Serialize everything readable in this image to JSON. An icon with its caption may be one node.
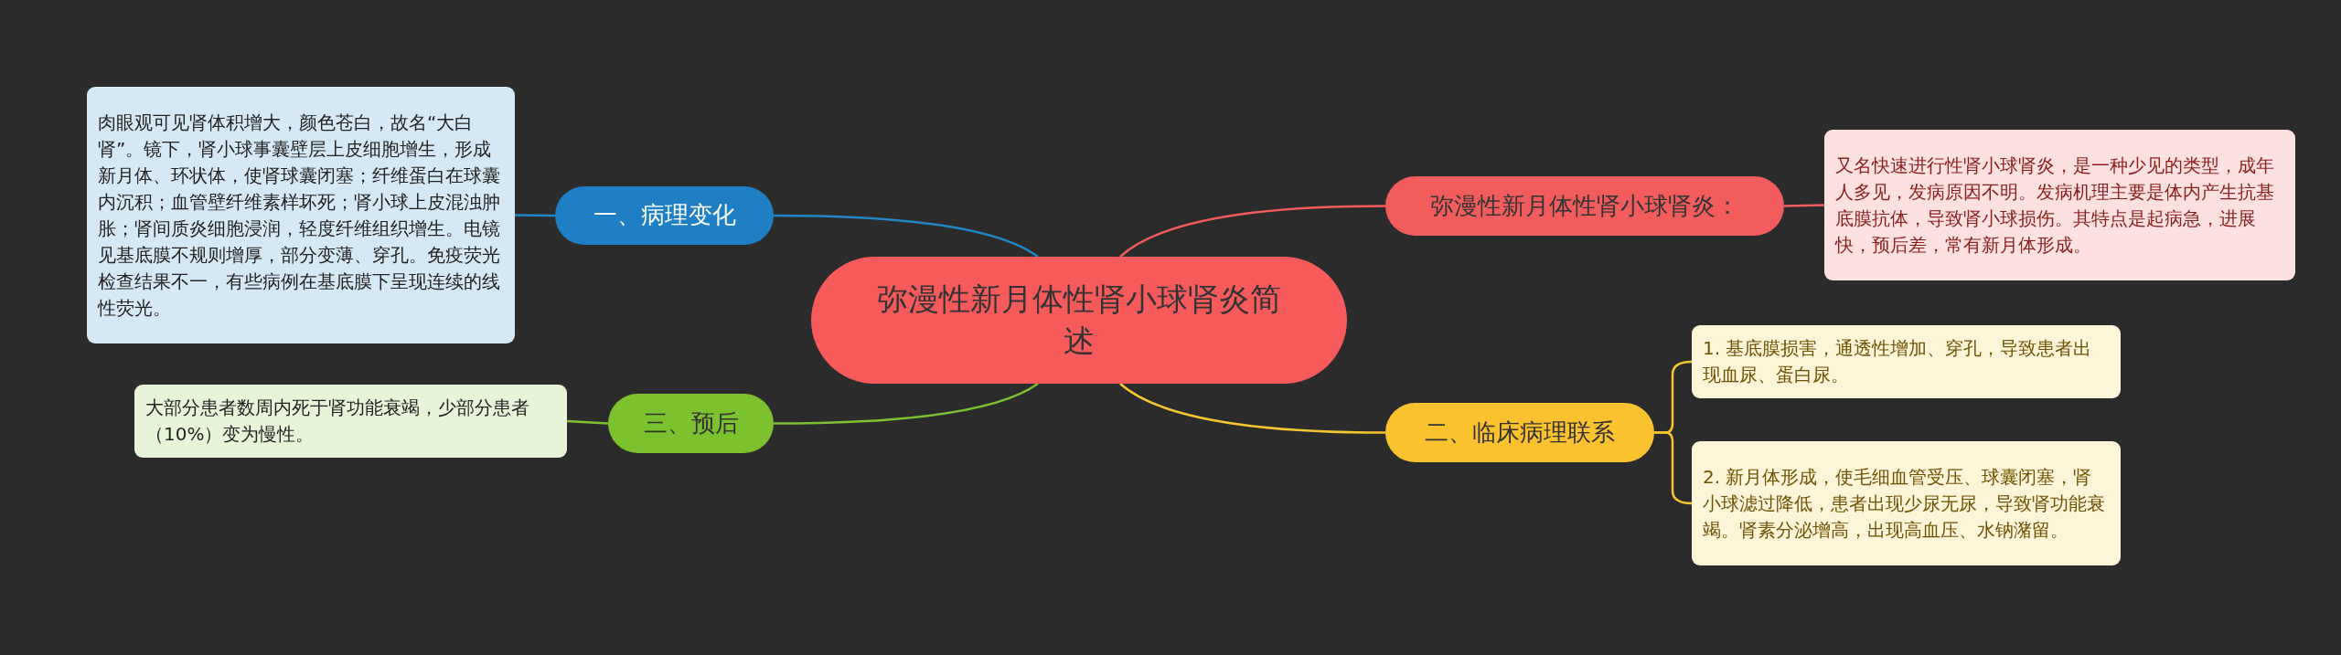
{
  "diagram": {
    "nodes": [
      {
        "text": [
          "弥漫性新月体性肾小球肾炎简述"
        ]
      },
      {
        "text": [
          "一、病理变化"
        ]
      },
      {
        "text": [
          "肉眼观可见肾体积增大，颜色苍白，故名“大白肾”。镜下，肾小球事囊壁层上皮细胞增生，形成新月体、环状体，使肾球囊闭塞；纤维蛋白在球囊内沉积；血管壁纤维素样坏死；肾小球上皮混浊肿胀；肾间质炎细胞浸润，轻度纤维组织增生。电镜见基底膜不规则增厚，部分变薄、穿孔。免疫荧光检查结果不一，有些病例在基底膜下呈现连续的线性荧光。"
        ]
      },
      {
        "text": [
          "弥漫性新月体性肾小球肾炎："
        ]
      },
      {
        "text": [
          "又名快速进行性肾小球肾炎，是一种少见的类型，成年人多见，发病原因不明。发病机理主要是体内产生抗基底膜抗体，导致肾小球损伤。其特点是起病急，进展快，预后差，常有新月体形成。"
        ]
      },
      {
        "text": [
          "三、预后"
        ]
      },
      {
        "text": [
          "大部分患者数周内死于肾功能衰竭，少部分患者（10%）变为慢性。"
        ]
      },
      {
        "text": [
          "二、临床病理联系"
        ]
      },
      {
        "text": [
          "1. 基底膜损害，通透性增加、穿孔，导致患者出现血尿、蛋白尿。"
        ]
      },
      {
        "text": [
          "2. 新月体形成，使毛细血管受压、球囊闭塞，肾小球滤过降低，患者出现少尿无尿，导致肾功能衰竭。肾素分泌增高，出现高血压、水钠潴留。"
        ]
      }
    ],
    "edges": [
      {
        "from": 0,
        "to": 1,
        "arrow": "none",
        "color": "#1f86c9"
      },
      {
        "from": 1,
        "to": 2,
        "arrow": "none",
        "color": "#1f86c9"
      },
      {
        "from": 0,
        "to": 3,
        "arrow": "none",
        "color": "#f25c5c"
      },
      {
        "from": 3,
        "to": 4,
        "arrow": "none",
        "color": "#f25c5c"
      },
      {
        "from": 0,
        "to": 5,
        "arrow": "none",
        "color": "#7cc22e"
      },
      {
        "from": 5,
        "to": 6,
        "arrow": "none",
        "color": "#7cc22e"
      },
      {
        "from": 0,
        "to": 7,
        "arrow": "none",
        "color": "#f7c531"
      },
      {
        "from": 7,
        "to": 8,
        "arrow": "none",
        "color": "#f7c531"
      },
      {
        "from": 7,
        "to": 9,
        "arrow": "none",
        "color": "#f7c531"
      }
    ]
  }
}
